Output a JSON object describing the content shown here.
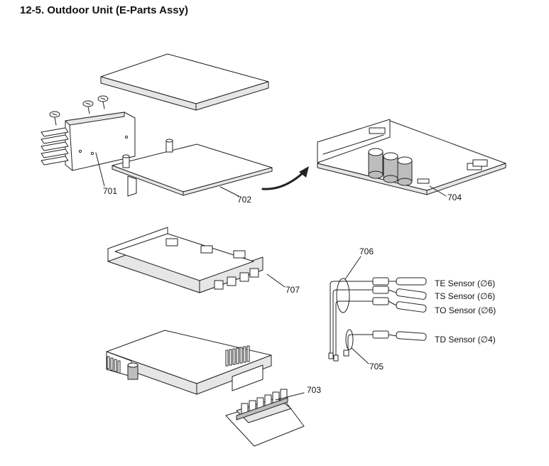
{
  "title": "12-5.  Outdoor Unit (E-Parts Assy)",
  "callouts": {
    "p701": "701",
    "p702": "702",
    "p703": "703",
    "p704": "704",
    "p705": "705",
    "p706": "706",
    "p707": "707"
  },
  "sensors": {
    "te": "TE Sensor (∅6)",
    "ts": "TS Sensor (∅6)",
    "to": "TO Sensor (∅6)",
    "td": "TD Sensor (∅4)"
  }
}
